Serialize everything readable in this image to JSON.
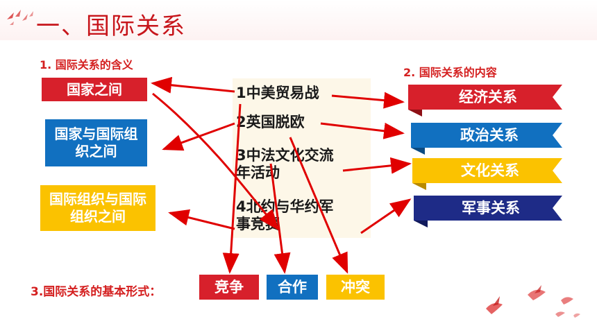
{
  "title": "一、国际关系",
  "section1": {
    "heading": "1.  国际关系的含义",
    "boxes": [
      "国家之间",
      "国家与国际组织之间",
      "国际组织与国际组织之间"
    ]
  },
  "section2": {
    "heading": "2.  国际关系的内容",
    "ribbons": [
      "经济关系",
      "政治关系",
      "文化关系",
      "军事关系"
    ]
  },
  "center": {
    "items": [
      "1中美贸易战",
      "2英国脱欧",
      "3中法文化交流年活动",
      "4北约与华约军事竞赛"
    ]
  },
  "section3": {
    "heading": "3.国际关系的基本形式：",
    "forms": [
      "竞争",
      "合作",
      "冲突"
    ]
  },
  "colors": {
    "red": "#d7202b",
    "blue": "#1170c0",
    "yellow": "#fbc200",
    "navy": "#1e2b87",
    "arrow": "#e00000"
  }
}
